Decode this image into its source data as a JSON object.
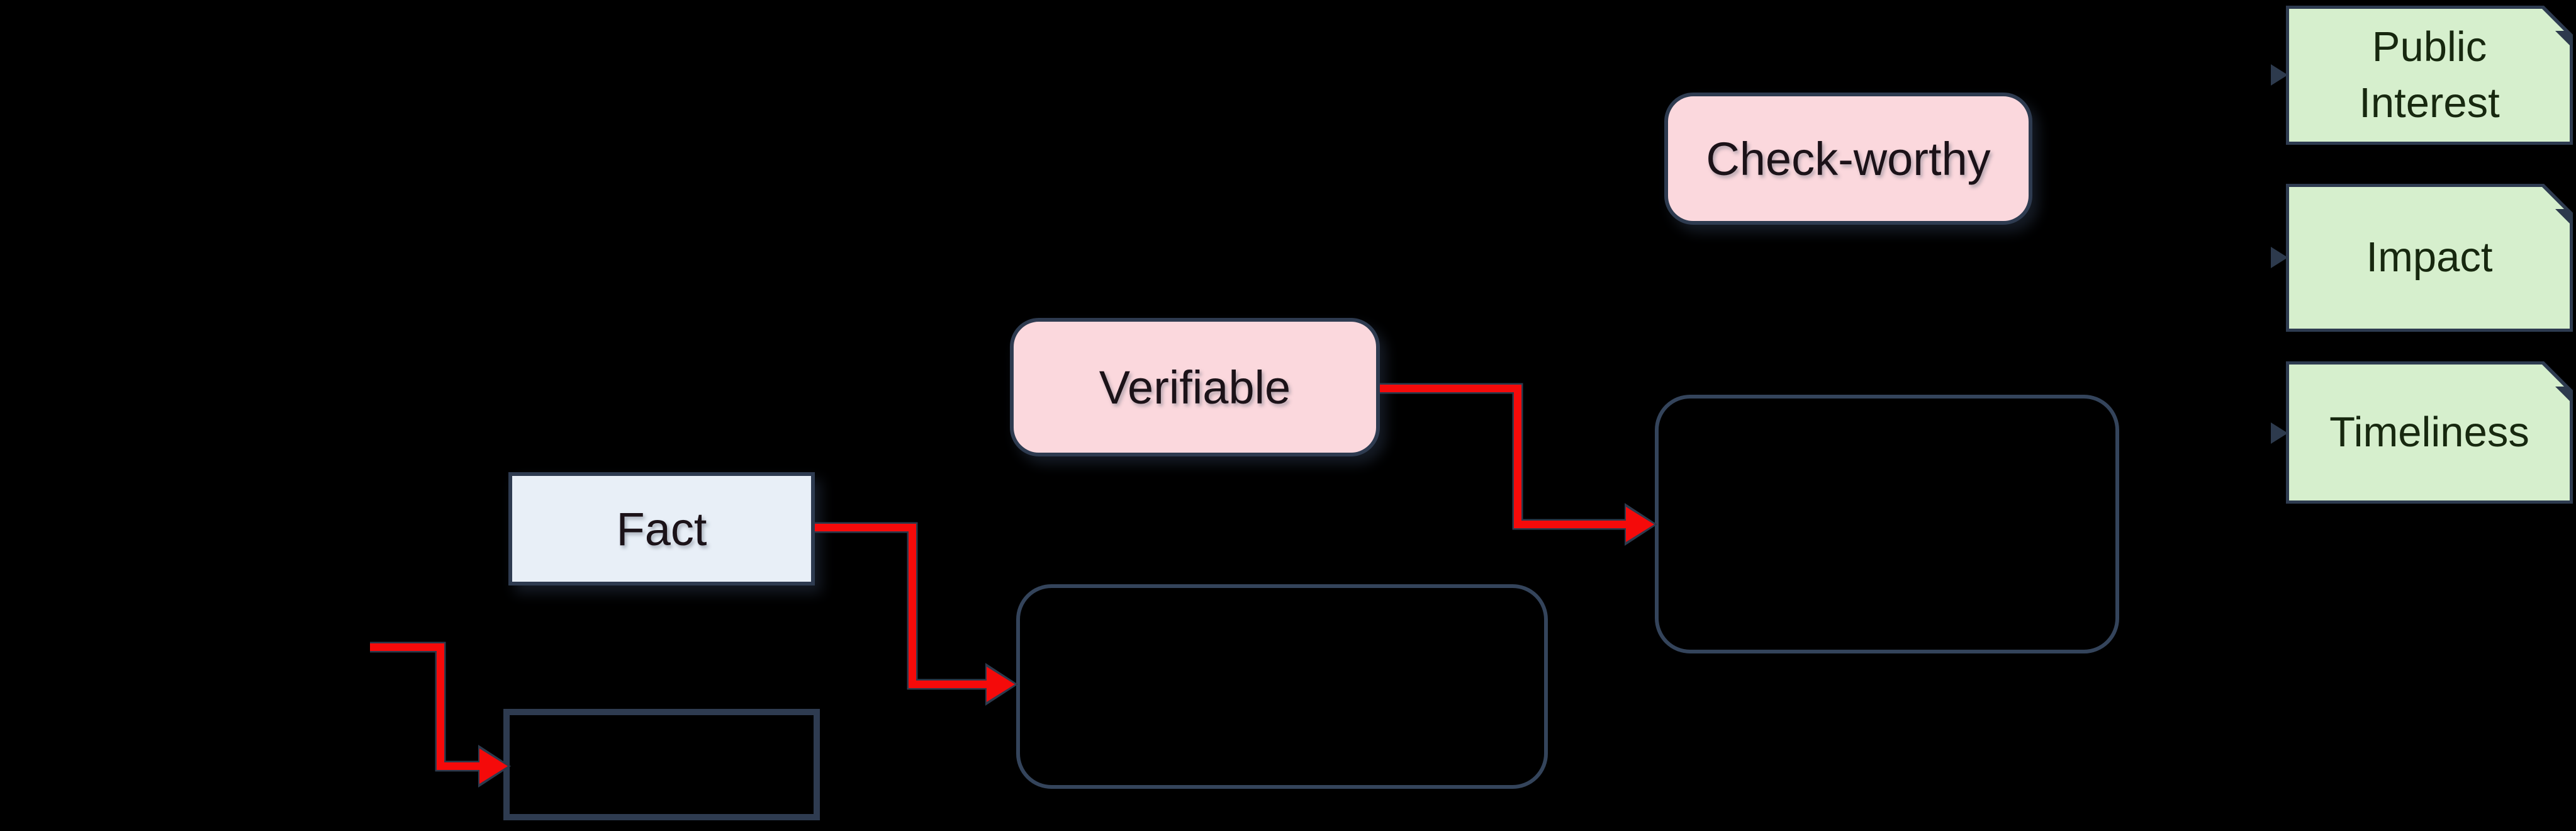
{
  "colors": {
    "background": "#000000",
    "node_border": "#2e3b50",
    "dark_box_border": "#34445b",
    "pink_fill": "#fbd8dd",
    "blue_fill": "#e8eff7",
    "green_fill": "#d6efcd",
    "green_text": "#17280f",
    "dark_text": "#1b1218",
    "arrow_red": "#f50a0a",
    "connector_shadow": "#2d3a4d"
  },
  "nodes": {
    "fact": {
      "label": "Fact"
    },
    "verifiable": {
      "label": "Verifiable"
    },
    "check_worthy": {
      "label": "Check-worthy"
    }
  },
  "criteria": [
    {
      "label": "Public Interest"
    },
    {
      "label": "Impact"
    },
    {
      "label": "Timeliness"
    }
  ]
}
